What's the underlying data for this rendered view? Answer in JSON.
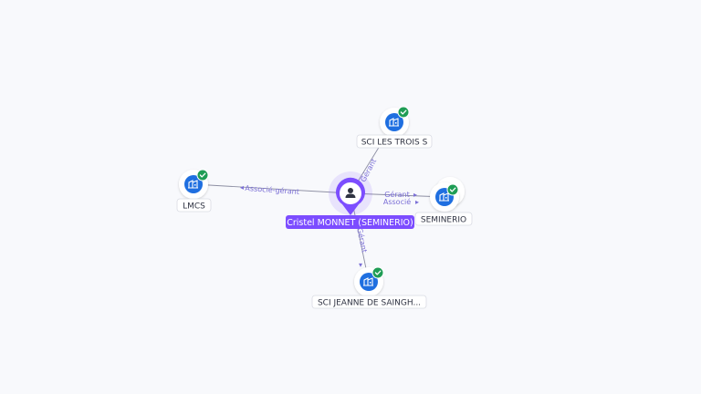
{
  "colors": {
    "edge": "#8d8fa3",
    "edge_label": "#7b6fd6",
    "company_icon_bg": "#1f6fe0",
    "verified_badge": "#1f9d55",
    "center_pin": "#7c4dff",
    "center_label_bg": "#7c4dff"
  },
  "center": {
    "label": "Cristel MONNET (SEMINERIO)",
    "icon": "person-icon"
  },
  "nodes": [
    {
      "id": "sci-les-trois-s",
      "label": "SCI LES TROIS S",
      "icon": "building-icon",
      "verified": true,
      "stacked": false
    },
    {
      "id": "lmcs",
      "label": "LMCS",
      "icon": "building-icon",
      "verified": true,
      "stacked": false
    },
    {
      "id": "seminerio",
      "label": "SEMINERIO",
      "icon": "building-icon",
      "verified": true,
      "stacked": true
    },
    {
      "id": "sci-jeanne",
      "label": "SCI JEANNE DE SAINGH...",
      "icon": "building-icon",
      "verified": true,
      "stacked": false
    }
  ],
  "edges": [
    {
      "target": "sci-les-trois-s",
      "labels": [
        "Gérant"
      ]
    },
    {
      "target": "lmcs",
      "labels": [
        "Associé-gérant"
      ]
    },
    {
      "target": "seminerio",
      "labels": [
        "Gérant",
        "Associé"
      ]
    },
    {
      "target": "sci-jeanne",
      "labels": [
        "Gérant"
      ]
    }
  ]
}
